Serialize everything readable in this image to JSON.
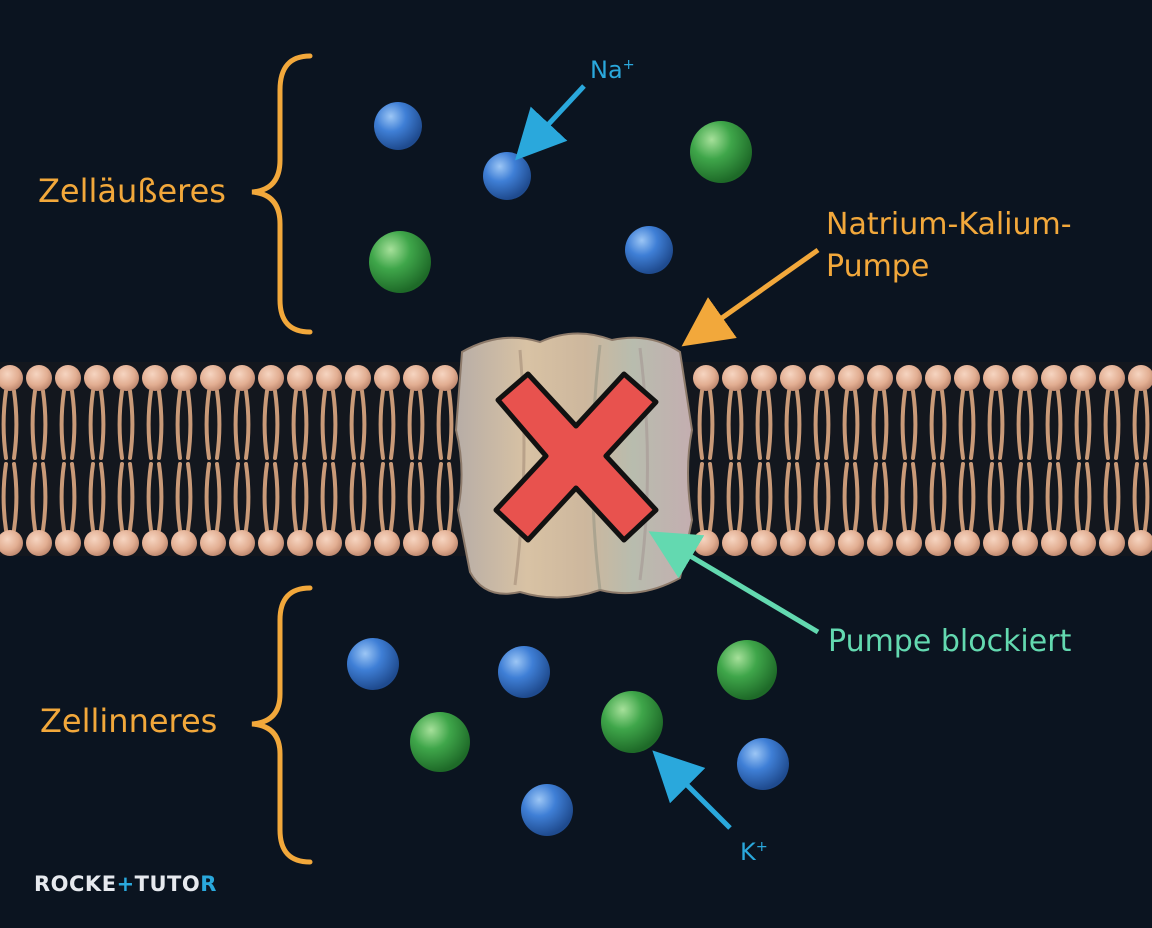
{
  "labels": {
    "outside": "Zelläußeres",
    "inside": "Zellinneres",
    "na": "Na",
    "na_charge": "+",
    "k": "K",
    "k_charge": "+",
    "pump_line1": "Natrium-Kalium-",
    "pump_line2": "Pumpe",
    "blocked": "Pumpe blockiert"
  },
  "logo": {
    "part1": "ROCKE",
    "plus": "+",
    "part2": "TUTO",
    "part3": "R"
  },
  "colors": {
    "background": "#0b1420",
    "label_orange": "#f2a83b",
    "label_cyan": "#2aa8dc",
    "label_mint": "#63d9b0",
    "sodium_ion": "#3f7fd6",
    "potassium_ion": "#3fa64a",
    "lipid_head": "#e6b59b",
    "lipid_tail": "#c99a78",
    "block_x": "#e8524e"
  },
  "icons": {
    "blocked_marker": "x-icon",
    "sodium": "blue-sphere",
    "potassium": "green-sphere"
  }
}
